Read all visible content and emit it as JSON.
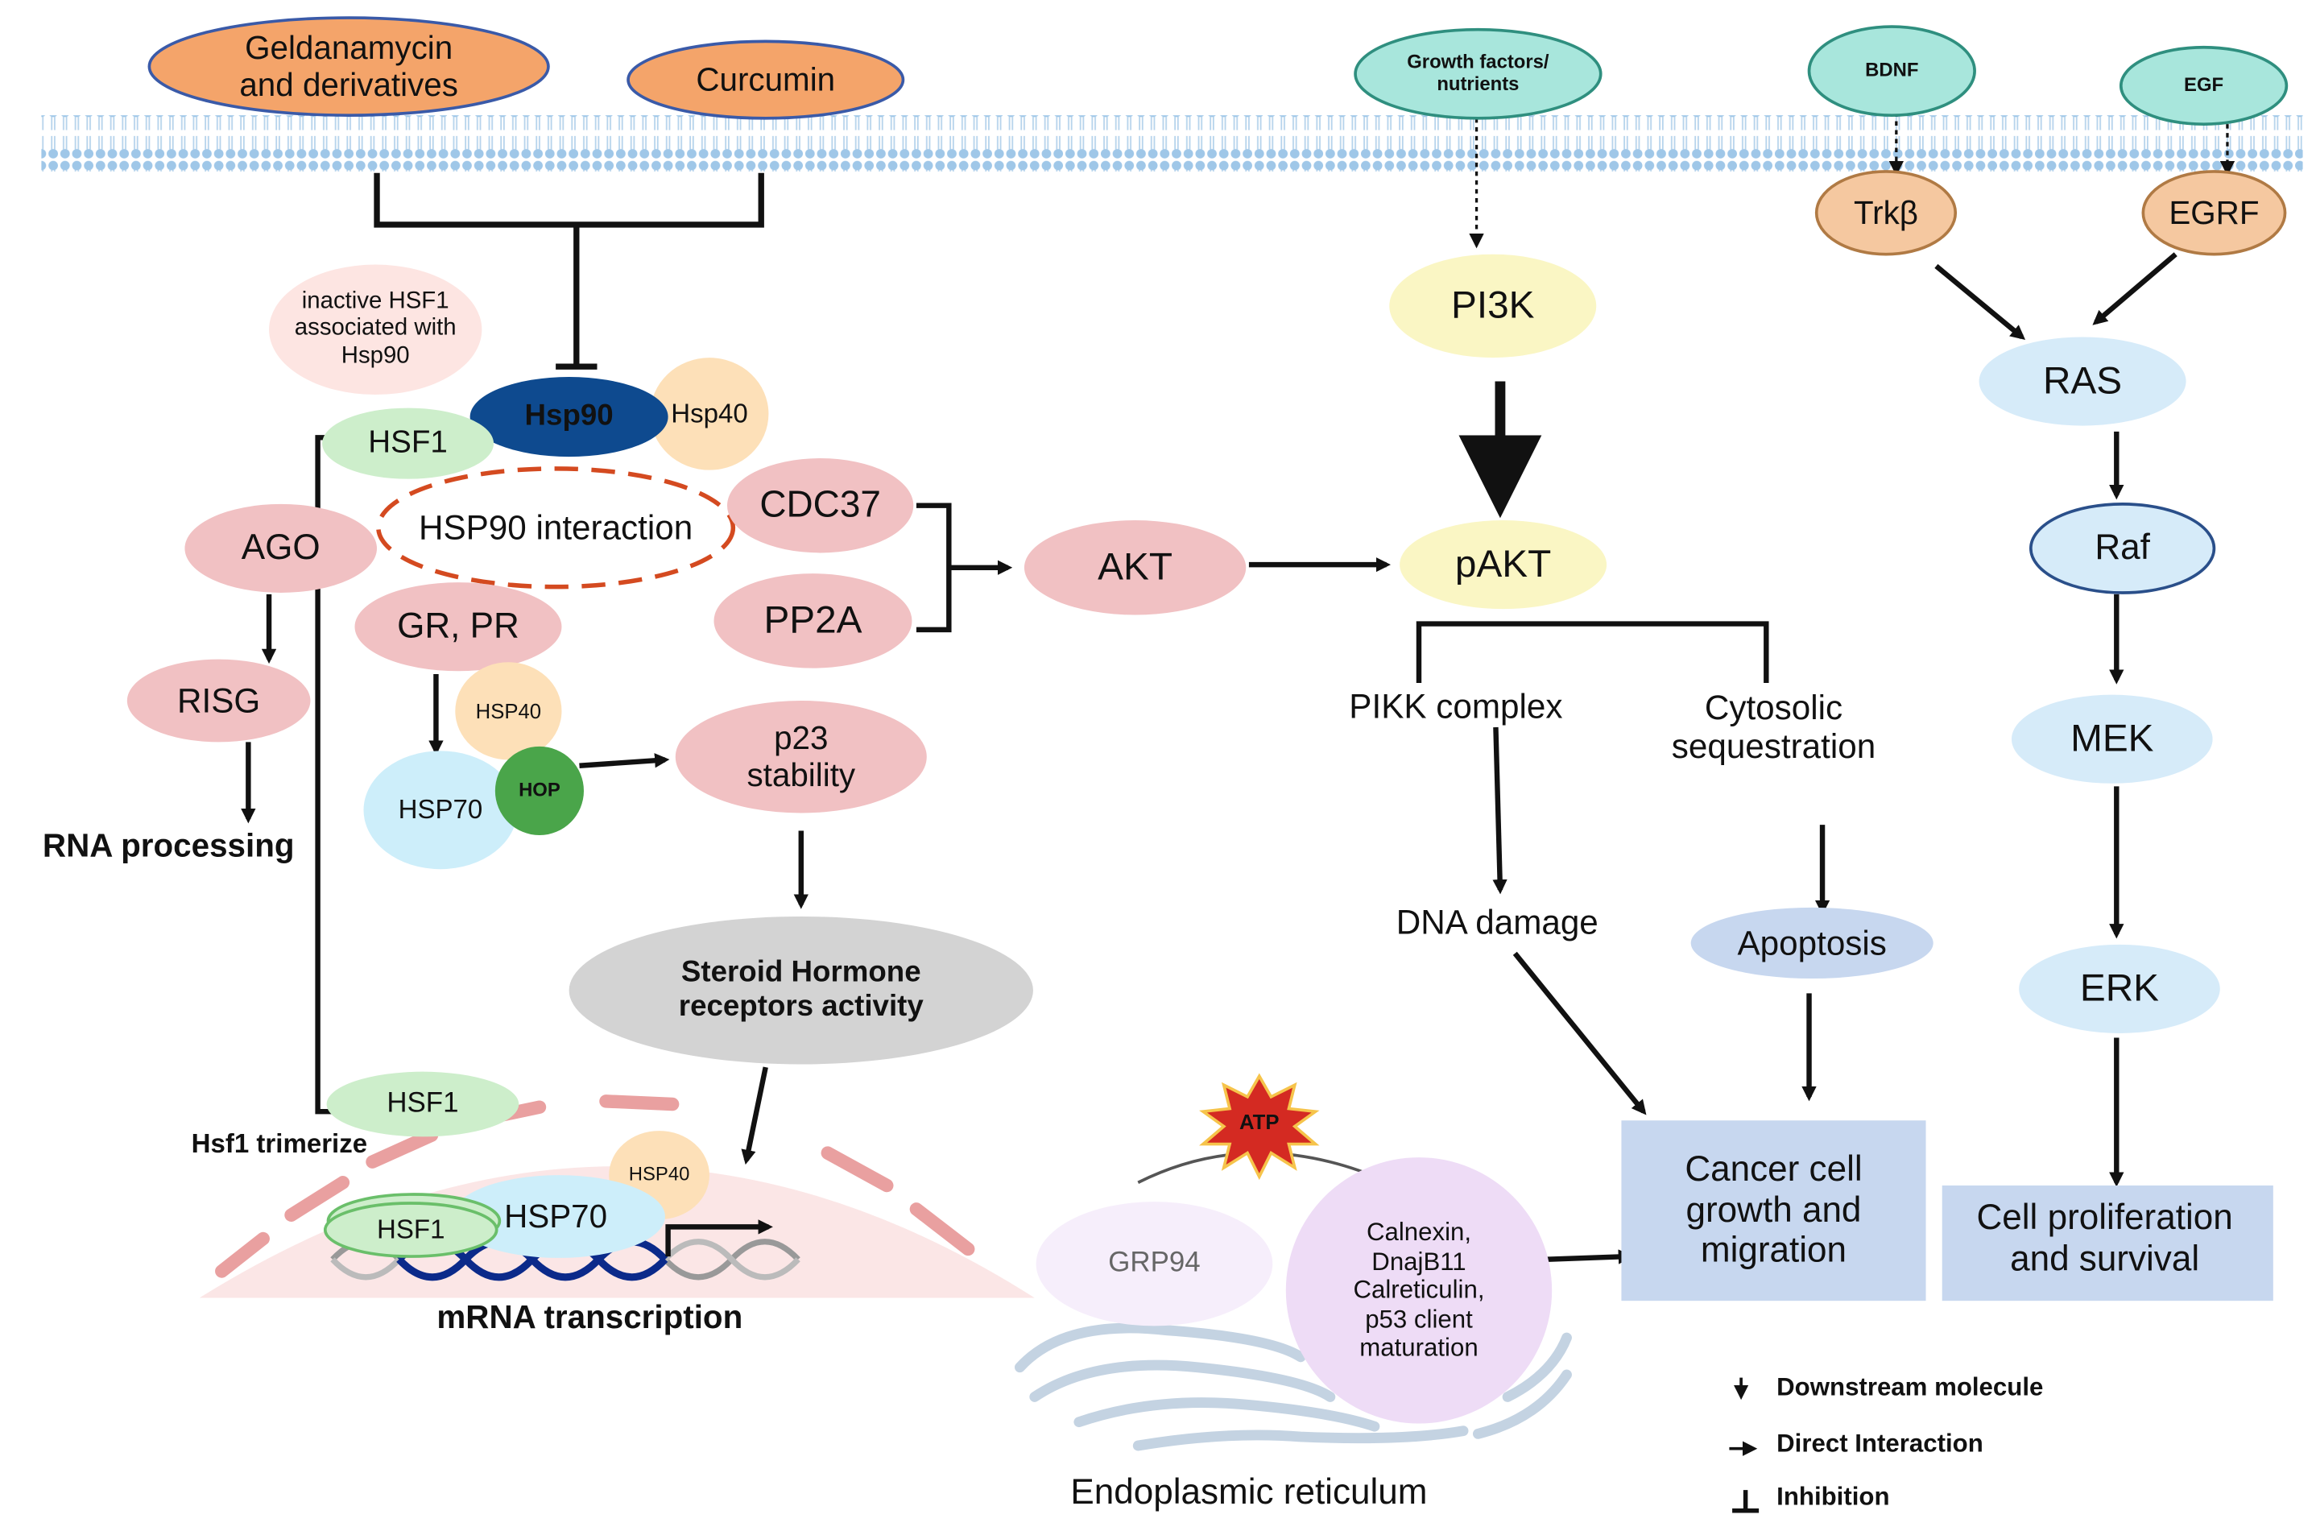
{
  "membrane_ligands": {
    "geldanamycin": "Geldanamycin\nand derivatives",
    "curcumin": "Curcumin",
    "growth_factors": "Growth factors/\nnutrients",
    "bdnf": "BDNF",
    "egf": "EGF"
  },
  "receptors": {
    "trkb": "Trkβ",
    "egrf": "EGRF"
  },
  "hsp_side": {
    "inactive_note": "inactive HSF1\nassociated with\nHsp90",
    "hsp90": "Hsp90",
    "hsp40_top": "Hsp40",
    "hsf1_top": "HSF1",
    "interaction": "HSP90 interaction",
    "ago": "AGO",
    "risg": "RISG",
    "rna_processing": "RNA processing",
    "gr_pr": "GR, PR",
    "hsp40_mid": "HSP40",
    "hsp70_mid": "HSP70",
    "hop": "HOP",
    "p23": "p23\nstability",
    "steroid": "Steroid Hormone\nreceptors activity",
    "cdc37": "CDC37",
    "pp2a": "PP2A",
    "hsf1_trimer_label": "HSF1",
    "hsf1_trimerize": "Hsf1 trimerize",
    "hsp40_nuc": "HSP40",
    "hsp70_nuc": "HSP70",
    "hsf1_nuc": "HSF1",
    "mrna": "mRNA transcription"
  },
  "akt_path": {
    "akt": "AKT",
    "pi3k": "PI3K",
    "pakt": "pAKT",
    "pikk": "PIKK complex",
    "cytosolic": "Cytosolic\nsequestration",
    "dna_damage": "DNA damage",
    "apoptosis": "Apoptosis",
    "cancer": "Cancer cell\ngrowth  and\nmigration"
  },
  "mapk_path": {
    "ras": "RAS",
    "raf": "Raf",
    "mek": "MEK",
    "erk": "ERK",
    "proliferation": "Cell proliferation\nand survival"
  },
  "er": {
    "atp": "ATP",
    "grp94": "GRP94",
    "clients": "Calnexin,\nDnajB11\nCalreticulin,\np53 client\nmaturation",
    "label": "Endoplasmic reticulum"
  },
  "legend": {
    "downstream": "Downstream molecule",
    "direct": "Direct Interaction",
    "inhibition": "Inhibition"
  },
  "colors": {
    "orange": "#f4a46a",
    "teal": "#a8e6dc",
    "tan": "#f5c8a0",
    "pink": "#f1c1c3",
    "paleyellow": "#faf6c4",
    "paleblue": "#d6ebf9",
    "navy": "#0e4a8f",
    "boxblue": "#c7d7ef",
    "green_dark": "#4aa54a"
  }
}
